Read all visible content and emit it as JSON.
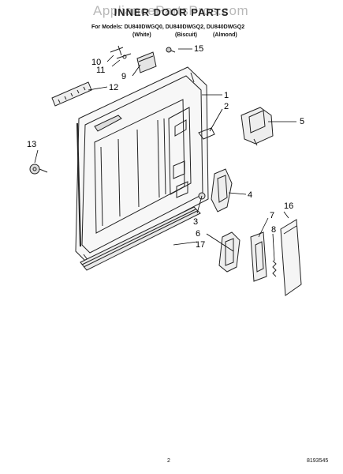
{
  "header": {
    "watermark": "AppliancePartsPros.com",
    "title": "INNER DOOR PARTS",
    "models_line": "For Models: DU840DWGQ0, DU840DWGQ2, DU840DWGQ2",
    "colors": [
      "(White)",
      "(Biscuit)",
      "(Almond)"
    ]
  },
  "callouts": {
    "c1": "1",
    "c2": "2",
    "c3": "3",
    "c4": "4",
    "c5": "5",
    "c6": "6",
    "c7": "7",
    "c8": "8",
    "c9": "9",
    "c10": "10",
    "c11": "11",
    "c12": "12",
    "c13": "13",
    "c15": "15",
    "c16": "16",
    "c17": "17"
  },
  "footer": {
    "page_number": "2",
    "document_number": "8193545"
  }
}
